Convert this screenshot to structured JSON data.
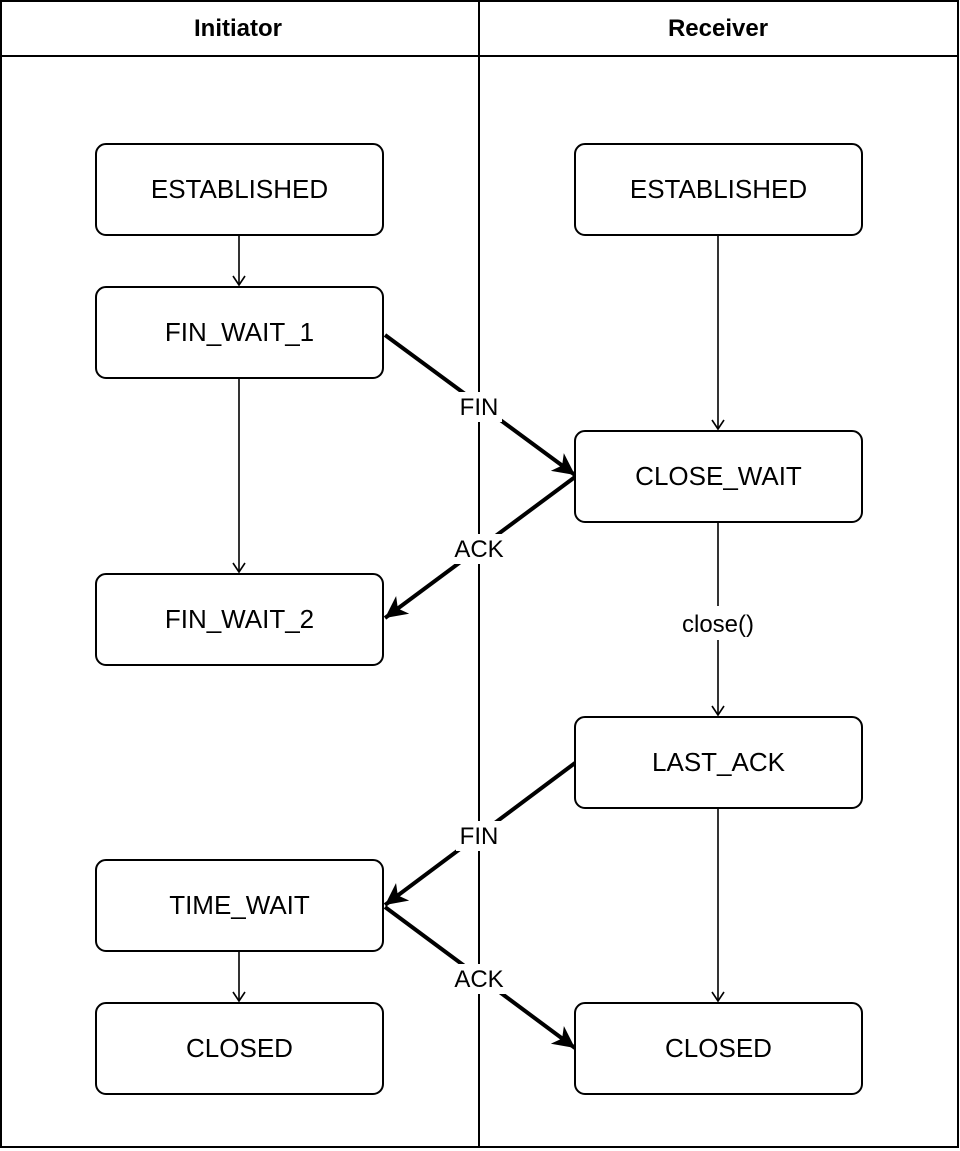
{
  "lanes": [
    {
      "id": "initiator",
      "title": "Initiator"
    },
    {
      "id": "receiver",
      "title": "Receiver"
    }
  ],
  "states": {
    "init_established": "ESTABLISHED",
    "init_fin_wait_1": "FIN_WAIT_1",
    "init_fin_wait_2": "FIN_WAIT_2",
    "init_time_wait": "TIME_WAIT",
    "init_closed": "CLOSED",
    "recv_established": "ESTABLISHED",
    "recv_close_wait": "CLOSE_WAIT",
    "recv_last_ack": "LAST_ACK",
    "recv_closed": "CLOSED"
  },
  "messages": {
    "fin_1": "FIN",
    "ack_1": "ACK",
    "close_call": "close()",
    "fin_2": "FIN",
    "ack_2": "ACK"
  }
}
